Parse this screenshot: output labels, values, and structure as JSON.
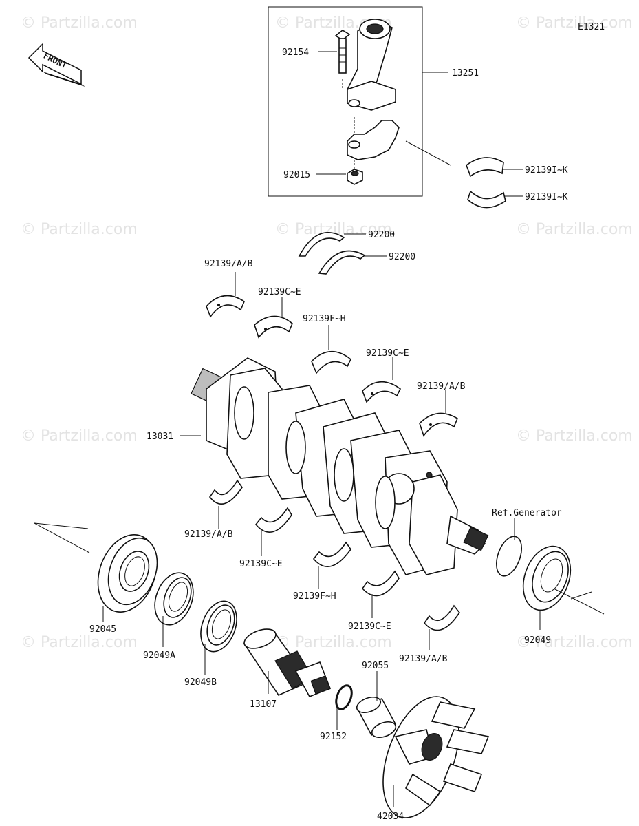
{
  "diagram_code": "E1321",
  "front_label": "FRONT",
  "watermark": "© Partzilla.com",
  "part_labels": [
    {
      "id": "p92154",
      "text": "92154"
    },
    {
      "id": "p13251",
      "text": "13251"
    },
    {
      "id": "p92015",
      "text": "92015"
    },
    {
      "id": "p92139IK_1",
      "text": "92139I~K"
    },
    {
      "id": "p92139IK_2",
      "text": "92139I~K"
    },
    {
      "id": "p92200_1",
      "text": "92200"
    },
    {
      "id": "p92200_2",
      "text": "92200"
    },
    {
      "id": "p92139AB_1",
      "text": "92139/A/B"
    },
    {
      "id": "p92139CE_1",
      "text": "92139C~E"
    },
    {
      "id": "p92139FH_1",
      "text": "92139F~H"
    },
    {
      "id": "p92139CE_2",
      "text": "92139C~E"
    },
    {
      "id": "p92139AB_2",
      "text": "92139/A/B"
    },
    {
      "id": "p13031",
      "text": "13031"
    },
    {
      "id": "pRefGen",
      "text": "Ref.Generator"
    },
    {
      "id": "p92139AB_3",
      "text": "92139/A/B"
    },
    {
      "id": "p92139CE_3",
      "text": "92139C~E"
    },
    {
      "id": "p92139FH_2",
      "text": "92139F~H"
    },
    {
      "id": "p92139CE_4",
      "text": "92139C~E"
    },
    {
      "id": "p92139AB_4",
      "text": "92139/A/B"
    },
    {
      "id": "p92045",
      "text": "92045"
    },
    {
      "id": "p92049A",
      "text": "92049A"
    },
    {
      "id": "p92049B",
      "text": "92049B"
    },
    {
      "id": "p92049",
      "text": "92049"
    },
    {
      "id": "p13107",
      "text": "13107"
    },
    {
      "id": "p92152",
      "text": "92152"
    },
    {
      "id": "p92055",
      "text": "92055"
    },
    {
      "id": "p42034",
      "text": "42034"
    }
  ]
}
